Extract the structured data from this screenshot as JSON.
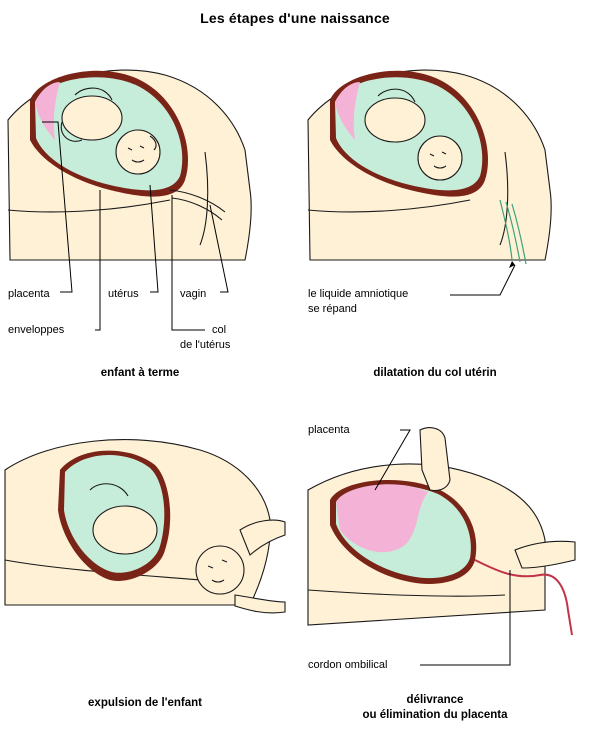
{
  "title": "Les étapes d'une naissance",
  "panels": {
    "p1": {
      "caption": "enfant à terme",
      "labels": {
        "placenta": "placenta",
        "uterus": "utérus",
        "vagin": "vagin",
        "enveloppes": "enveloppes",
        "col_line1": "col",
        "col_line2": "de l'utérus"
      }
    },
    "p2": {
      "caption": "dilatation du col utérin",
      "labels": {
        "liquide_line1": "le liquide amniotique",
        "liquide_line2": "se répand"
      }
    },
    "p3": {
      "caption": "expulsion de l'enfant"
    },
    "p4": {
      "caption_line1": "délivrance",
      "caption_line2": "ou élimination du placenta",
      "labels": {
        "placenta": "placenta",
        "cordon": "cordon ombilical"
      }
    }
  },
  "colors": {
    "skin": "#fef1d6",
    "uterus_wall": "#7a2417",
    "amniotic_fluid": "#c6edd9",
    "placenta": "#f4b3d6",
    "outline": "#1a1a1a"
  }
}
